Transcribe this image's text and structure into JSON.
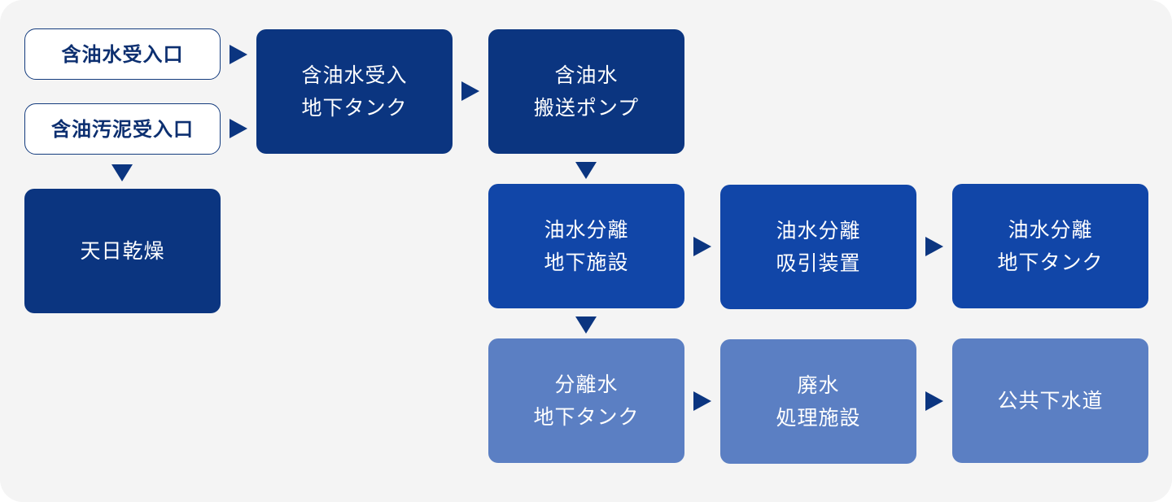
{
  "colors": {
    "background": "#f4f4f4",
    "inlet_border": "#143c7e",
    "dark_box": "#0b3580",
    "mid_box": "#1146a8",
    "light_box": "#5b7fc3",
    "arrow": "#0b3580"
  },
  "nodes": {
    "oily_water_inlet": {
      "lines": [
        "含油水受入口"
      ]
    },
    "oily_sludge_inlet": {
      "lines": [
        "含油汚泥受入口"
      ]
    },
    "sun_drying": {
      "lines": [
        "天日乾燥"
      ]
    },
    "receiving_tank": {
      "lines": [
        "含油水受入",
        "地下タンク"
      ]
    },
    "transfer_pump": {
      "lines": [
        "含油水",
        "搬送ポンプ"
      ]
    },
    "separation_facility": {
      "lines": [
        "油水分離",
        "地下施設"
      ]
    },
    "suction_device": {
      "lines": [
        "油水分離",
        "吸引装置"
      ]
    },
    "separation_tank": {
      "lines": [
        "油水分離",
        "地下タンク"
      ]
    },
    "separated_water_tank": {
      "lines": [
        "分離水",
        "地下タンク"
      ]
    },
    "wastewater_facility": {
      "lines": [
        "廃水",
        "処理施設"
      ]
    },
    "public_sewer": {
      "lines": [
        "公共下水道"
      ]
    }
  }
}
